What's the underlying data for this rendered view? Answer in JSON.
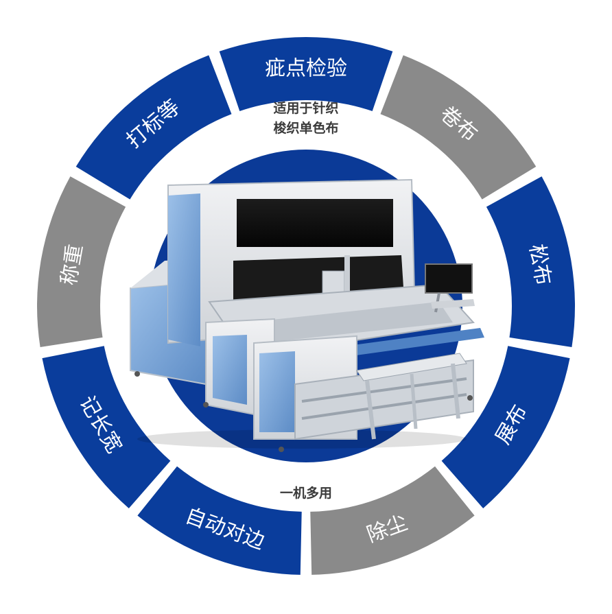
{
  "subtitle": {
    "line1": "适用于针织",
    "line2": "梭织单色布"
  },
  "caption": "一机多用",
  "segments": [
    {
      "label": "疵点检验",
      "color": "blue"
    },
    {
      "label": "卷布",
      "color": "gray"
    },
    {
      "label": "松布",
      "color": "blue"
    },
    {
      "label": "展布",
      "color": "blue"
    },
    {
      "label": "除尘",
      "color": "gray"
    },
    {
      "label": "自动对边",
      "color": "blue"
    },
    {
      "label": "记长宽",
      "color": "blue"
    },
    {
      "label": "称重",
      "color": "gray"
    },
    {
      "label": "打标等",
      "color": "blue"
    }
  ],
  "colors": {
    "blue": "#0a3d9c",
    "gray": "#8a8a8a",
    "center_blue": "#0b3a97",
    "machine_blue": "#7aa6d8",
    "machine_frame": "#e4e6ea"
  }
}
